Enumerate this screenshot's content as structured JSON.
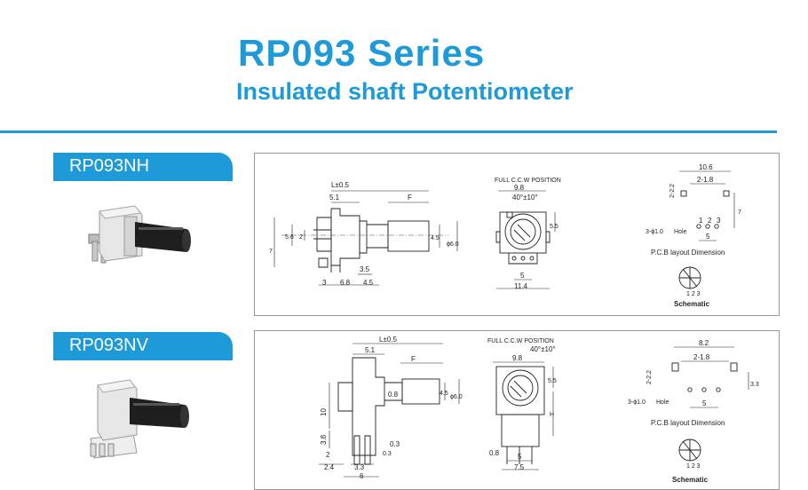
{
  "header": {
    "title": "RP093 Series",
    "subtitle": "Insulated shaft Potentiometer"
  },
  "colors": {
    "accent": "#1e9ad8"
  },
  "products": [
    {
      "name": "RP093NH",
      "side_view": {
        "L": "L±0.5",
        "d1": "5.1",
        "F": "F",
        "h1": "5.6",
        "h2": "2",
        "h3": "7",
        "shaft_d1": "4.5",
        "shaft_d2": "ϕ6.0",
        "b1": "3.5",
        "b2": "3",
        "b3": "6.8",
        "b4": "4.5"
      },
      "front_view": {
        "position": "FULL C.C.W POSITION",
        "w1": "9.8",
        "angle": "40°±10°",
        "h": "5.5",
        "p": "5",
        "w2": "11.4"
      },
      "pcb": {
        "w1": "10.6",
        "w2": "2-1.8",
        "h1": "2-2.2",
        "h2": "7",
        "hole": "3-ϕ1.0",
        "hole_suffix": "Hole",
        "p": "5",
        "pins": [
          "1",
          "2",
          "3"
        ],
        "layout_label": "P.C.B layout Dimension",
        "schematic_label": "Schematic"
      }
    },
    {
      "name": "RP093NV",
      "side_view": {
        "L": "L±0.5",
        "d1": "5.1",
        "F": "F",
        "d2": "0.8",
        "shaft_d1": "4.5",
        "shaft_d2": "ϕ6.0",
        "h1": "10",
        "h2": "3.8",
        "h3": "2",
        "b1": "2.4",
        "b2": "3.3",
        "b3": "6",
        "t1": "0.3",
        "t2": "0.3"
      },
      "front_view": {
        "position": "FULL C.C.W POSITION",
        "angle": "40°±10°",
        "w1": "9.8",
        "h1": "5.5",
        "h2": "H",
        "d": "0.8",
        "p": "5",
        "w2": "7.5"
      },
      "pcb": {
        "w1": "8.2",
        "w2": "2-1.8",
        "h1": "2-2.2",
        "h2": "3.3",
        "hole": "3-ϕ1.0",
        "hole_suffix": "Hole",
        "p": "5",
        "layout_label": "P.C.B layout Dimension",
        "schematic_label": "Schematic"
      }
    }
  ]
}
